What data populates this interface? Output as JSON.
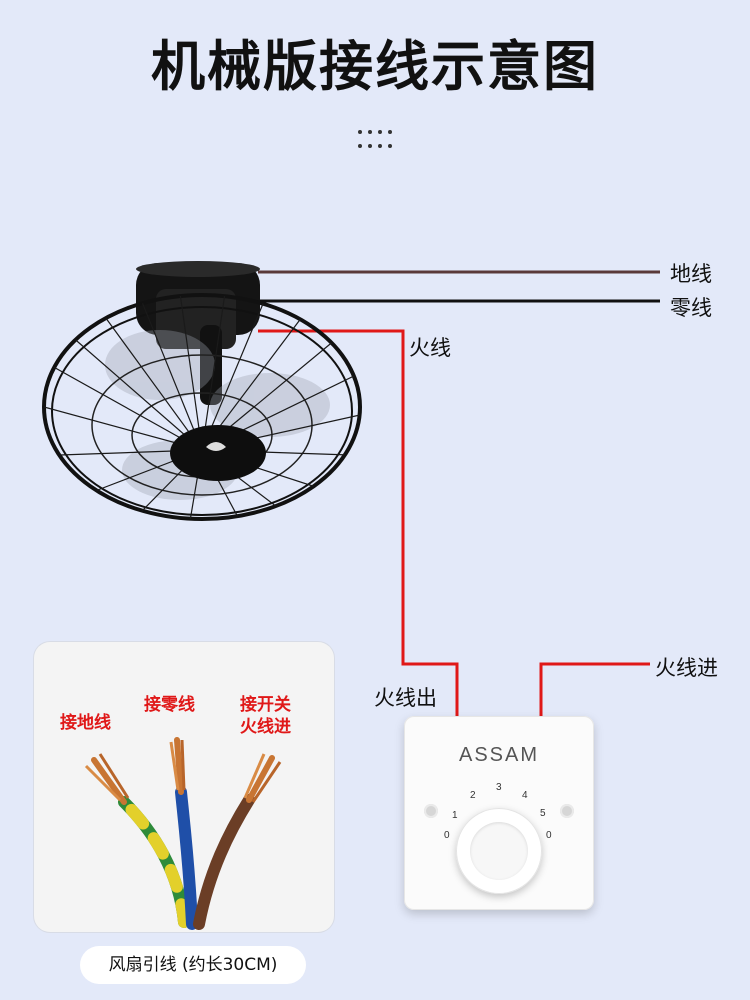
{
  "title": "机械版接线示意图",
  "wire_labels": {
    "earth": "地线",
    "neutral": "零线",
    "live": "火线",
    "live_out": "火线出",
    "live_in": "火线进"
  },
  "photo": {
    "tag_earth": "接地线",
    "tag_neutral": "接零线",
    "tag_switch_line1": "接开关",
    "tag_switch_line2": "火线进",
    "caption": "风扇引线 (约长30CM)"
  },
  "switch": {
    "brand": "ASSAM",
    "dial_left": [
      "0",
      "1",
      "2",
      "3"
    ],
    "dial_right": [
      "4",
      "5",
      "0"
    ]
  },
  "colors": {
    "background": "#e3e9f9",
    "earth_wire": "#5a3a3a",
    "neutral_wire": "#111111",
    "live_wire": "#e01818",
    "tag_text": "#e01818"
  }
}
